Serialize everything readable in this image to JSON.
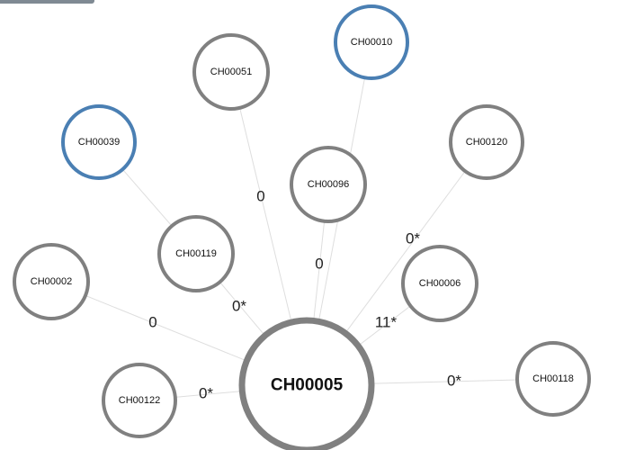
{
  "graph": {
    "center_node": "CH00005",
    "nodes": [
      {
        "id": "CH00005",
        "label": "CH00005",
        "role": "center",
        "border_color": "#808080"
      },
      {
        "id": "CH00051",
        "label": "CH00051",
        "role": "neighbor",
        "border_color": "#808080"
      },
      {
        "id": "CH00010",
        "label": "CH00010",
        "role": "neighbor",
        "border_color": "#4a7fb3"
      },
      {
        "id": "CH00039",
        "label": "CH00039",
        "role": "neighbor",
        "border_color": "#4a7fb3"
      },
      {
        "id": "CH00120",
        "label": "CH00120",
        "role": "neighbor",
        "border_color": "#808080"
      },
      {
        "id": "CH00096",
        "label": "CH00096",
        "role": "neighbor",
        "border_color": "#808080"
      },
      {
        "id": "CH00119",
        "label": "CH00119",
        "role": "neighbor",
        "border_color": "#808080"
      },
      {
        "id": "CH00002",
        "label": "CH00002",
        "role": "neighbor",
        "border_color": "#808080"
      },
      {
        "id": "CH00006",
        "label": "CH00006",
        "role": "neighbor",
        "border_color": "#808080"
      },
      {
        "id": "CH00122",
        "label": "CH00122",
        "role": "neighbor",
        "border_color": "#808080"
      },
      {
        "id": "CH00118",
        "label": "CH00118",
        "role": "neighbor",
        "border_color": "#808080"
      }
    ],
    "edges": [
      {
        "source": "CH00005",
        "target": "CH00051",
        "label": "0"
      },
      {
        "source": "CH00005",
        "target": "CH00010",
        "label": ""
      },
      {
        "source": "CH00119",
        "target": "CH00039",
        "label": ""
      },
      {
        "source": "CH00005",
        "target": "CH00120",
        "label": "0*"
      },
      {
        "source": "CH00005",
        "target": "CH00096",
        "label": "0"
      },
      {
        "source": "CH00005",
        "target": "CH00119",
        "label": "0*"
      },
      {
        "source": "CH00005",
        "target": "CH00002",
        "label": "0"
      },
      {
        "source": "CH00005",
        "target": "CH00006",
        "label": "11*"
      },
      {
        "source": "CH00005",
        "target": "CH00122",
        "label": "0*"
      },
      {
        "source": "CH00005",
        "target": "CH00118",
        "label": "0*"
      }
    ]
  }
}
